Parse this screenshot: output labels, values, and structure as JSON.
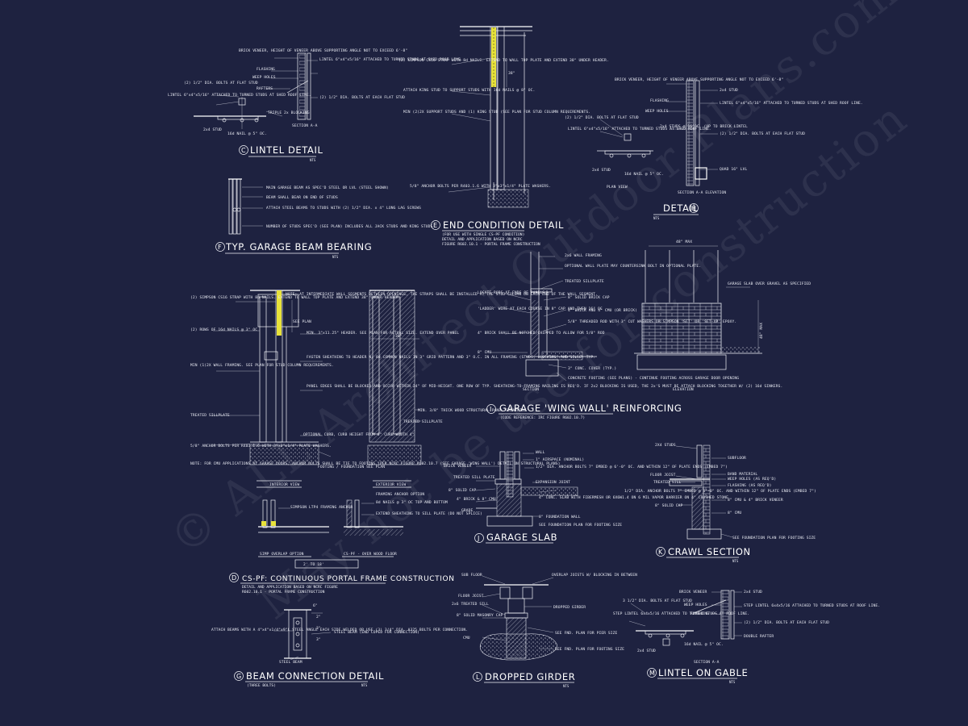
{
  "watermark": {
    "line1": "© ALL Architect Outdoor Plans.com",
    "line2": "May not be use for construction"
  },
  "details": {
    "C": {
      "letter": "C",
      "title": "LINTEL DETAIL",
      "note": "NTS",
      "labels": [
        "BRICK VENEER, HEIGHT OF VENEER ABOVE SUPPORTING ANGLE NOT TO EXCEED 6'-8\"",
        "FLASHING",
        "WEEP HOLES",
        "RAFTERS",
        "(2) 1/2\" DIA. BOLTS AT FLAT STUD",
        "LINTEL 6\"x4\"x5/16\" ATTACHED TO TURNED STUDS AT SHED ROOF LINE.",
        "TRIPLE 2x BLOCKING",
        "2x4 STUD",
        "LINTEL 6\"x4\"x5/16\" ATTACHED TO TURNED STUDS AT SHED ROOF LINE.",
        "(2) 1/2\" DIA. BOLTS AT EACH FLAT STUD",
        "16d NAIL @ 5\" OC.",
        "SECTION A-A"
      ]
    },
    "F": {
      "letter": "F",
      "title": "TYP. GARAGE BEAM BEARING",
      "note": "NTS",
      "labels": [
        "MAIN GARAGE BEAM AS SPEC'D STEEL OR LVL (STEEL SHOWN)",
        "BEAM SHALL BEAR ON END OF STUDS",
        "ATTACH STEEL BEAMS TO STUDS WITH (2) 1/2\" DIA. x 4\" LONG LAG SCREWS",
        "NUMBER OF STUDS SPEC'D (SEE PLAN) INCLUDES ALL JACK STUDS AND KING STUDS"
      ]
    },
    "E": {
      "letter": "E",
      "title": "END CONDITION DETAIL",
      "subs": [
        "(FOR USE WITH SINGLE CS-PF CONDITION)",
        "DETAIL AND APPLICATION BASED ON NCRC",
        "FIGURE R602.10.1 - PORTAL FRAME CONSTRUCTION"
      ],
      "labels": [
        "(2) SIMPSON CS16 STRAP WITH 8d NAILS. EXTEND TO WALL TOP PLATE AND EXTEND 38\" UNDER HEADER.",
        "ATTACH KING STUD TO SUPPORT STUDS WITH 16d NAILS @ 8\" OC.",
        "MIN (2)2X SUPPORT STUDS AND (1) KING STUD (SEE PLAN FOR STUD COLUMN REQUIREMENTS.",
        "5/8\" ANCHOR BOLTS PER R403.1.6 WITH 3\"x3\"x1/4\" PLATE WASHERS.",
        "38\""
      ]
    },
    "H": {
      "letter": "H",
      "title": "DETAIL",
      "note": "NTS",
      "labels": [
        "BRICK VENEER, HEIGHT OF VENEER ABOVE SUPPORTING ANGLE NOT TO EXCEED 6'-8\"",
        "FLASHING",
        "WEEP HOLES",
        "2x4 STUD",
        "LINTEL 6\"x4\"x5/16\" ATTACHED TO TURNED STUDS AT SHED ROOF LINE.",
        "2x4 STUDS @ 16\"OC. (UP TO BRICK LINTEL",
        "(2) 1/2\" DIA. BOLTS AT EACH FLAT STUD",
        "(2) 1/2\" DIA. BOLTS AT FLAT STUD",
        "LINTEL 6\"x4\"x5/16\" ATTACHED TO TURNED STUDS AT SHED ROOF LINE.",
        "2x4 STUD",
        "16d NAIL @ 5\" OC.",
        "QUAD 16\" LVL",
        "PLAN VIEW",
        "SECTION A-A ELEVATION"
      ]
    },
    "I": {
      "letter": "I",
      "title": "GARAGE 'WING WALL' REINFORCING",
      "subs": [
        "(CODE REFERENCE: IRC FIGURE R602.10.7)"
      ],
      "labels": [
        "2x6 WALL FRAMING",
        "OPTIONAL WALL PLATE MAY COUNTERSINK BOLT IN OPTIONAL PLATE.",
        "TREATED SILLPLATE",
        "LOCATE RODS AT ENDS OF PANELS",
        "8\" SOLID BRICK CAP",
        "'LADDER' WIRE AT EACH COURSE IN 8\" CAP AND THEN 16\" OC",
        "4\" BRICK AND 4\" CMU (OR BRICK)",
        "4\" BRICK SHALL BE NOTCHED/CHIPPED TO ALLOW FOR 5/8\" ROD",
        "5/8\" THREADED ROD WITH 3\" CUT WASHERS OR SIMPSON 'SET' OR 'SET-XP' EPOXY.",
        "8\" CMU",
        "3\" CONC. COVER (TYP.)",
        "CONCRETE FOOTING (SEE PLANS) - CONTINUE FOOTING ACROSS GARAGE DOOR OPENING",
        "SECTION",
        "ELEVATION",
        "48\" MAX",
        "GARAGE SLAB OVER GRAVEL AS SPECIFIED",
        "48\" MAX"
      ]
    },
    "D": {
      "letter": "D",
      "title": "CS-PF: CONTINUOUS PORTAL FRAME CONSTRUCTION",
      "subs": [
        "DETAIL AND APPLICATION BASED ON NCRC FIGURE",
        "R602.10.1 - PORTAL FRAME CONSTRUCTION"
      ],
      "labels": [
        "(2) SIMPSON CS16 STRAP WITH 8d NAILS. EXTEND TO WALL TOP PLATE AND EXTEND 38\" UNDER HEADER.",
        "(2) ROWS OF 16d NAILS @ 3\" OC",
        "MIN (1)2X WALL FRAMING. SEE PLAN FOR STUD COLUMN REQUIREMENTS.",
        "TREATED SILLPLATE",
        "5/8\" ANCHOR BOLTS PER R403.1.6 WITH 3\"x3\"x1/4\" PLATE WASHERS.",
        "NOTE: FOR CMU APPLICATIONS AT GARAGE DOORS, ANCHOR BOLTS SHALL BE TIE TO FOOTING (PER NCRC FIGURE R602.10.7 (SEE GARAGE 'WING WALL') DETAIL ON STRUCTURAL PLANS)",
        "NOTE: AT INTERMEDIATE WALL SEGMENTS BETWEEN OPENINGS, THE STRAPS SHALL BE INSTALLED AT THE STUD COLUMN ON EACH END OF THE WALL SEGMENT.",
        "MIN. 3\"x11.25\" HEADER. SEE PLAN FOR ACTUAL SIZE. EXTEND OVER PANEL",
        "FASTEN SHEATHING TO HEADER W/ 8d COMMON NAILS IN 3\" GRID PATTERN AND 3\" O.C. IN ALL FRAMING (STUDS, BLOCKING, AND SILLS) TYP.",
        "PANEL EDGES SHALL BE BLOCKED AND OCCUR WITHIN 24\" OF MID-HEIGHT. ONE ROW OF TYP. SHEATHING-TO-FRAMING NAILING IS REQ'D. IF 2x2 BLOCKING IS USED, THE 2x'S MUST BE ATTACH BLOCKING TOGETHER W/ (2) 16d SINKERS.",
        "OPTIONAL CURB, CURB HEIGHT FROM 0\" CURB WIDTH 4\"",
        "FOOTING / FOUNDATION SEE PLAN",
        "INTERIOR VIEW",
        "EXTERIOR VIEW",
        "MIN. 3/8\" THICK WOOD STRUCTURAL PANEL SHEATHING",
        "TREATED SILLPLATE",
        "SIMPSON LTP4 FRAMING ANCHOR",
        "8d NAILS @ 3\" OC TOP AND BOTTOM",
        "EXTEND SHEATHING TO SILL PLATE (DO NOT SPLICE)",
        "FRAMING ANCHOR OPTION",
        "SIMP OVERLAP OPTION",
        "CS-PF - OVER WOOD FLOOR",
        "2' TO 18'",
        "38\"",
        "SEE PLAN"
      ]
    },
    "J": {
      "letter": "J",
      "title": "GARAGE SLAB",
      "labels": [
        "WALL",
        "1\" AIRSPACE (NOMINAL)",
        "1/2\" DIA. ANCHOR BOLTS 7\" EMBED @ 6'-0\" OC. AND WITHIN 12\" OF PLATE ENDS (EMBED 7\")",
        "BRICK VENEER",
        "TREATED SILL PLATE",
        "EXPANSION JOINT",
        "8\" SOLID CAP",
        "4\" CONC. SLAB WITH FIBERMESH OR 6X6W1.4 ON 6 MIL VAPOR BARRIER ON 4\" CRUSHED STONE",
        "4\" BRICK & 8\" CMU",
        "GRADE",
        "8\" FOUNDATION WALL",
        "SEE FOUNDATION PLAN FOR FOOTING SIZE"
      ]
    },
    "K": {
      "letter": "K",
      "title": "CRAWL SECTION",
      "note": "NTS",
      "labels": [
        "2X4 STUDS",
        "SUBFLOOR",
        "FLOOR JOIST",
        "BAND MATERIAL",
        "WEEP HOLES (AS REQ'D)",
        "FLASHING (AS REQ'D)",
        "TREATED SILL",
        "1/2\" DIA. ANCHOR BOLTS 7\" EMBED @ 6'-0\" OC. AND WITHIN 12\" OF PLATE ENDS (EMBED 7\")",
        "8\" CMU & 4\" BRICK VENEER",
        "8\" SOLID CAP",
        "8\" CMU",
        "SEE FOUNDATION PLAN FOR FOOTING SIZE"
      ]
    },
    "L": {
      "letter": "L",
      "title": "DROPPED GIRDER",
      "note": "NTS",
      "labels": [
        "SUB FLOOR",
        "OVERLAP JOISTS W/ BLOCKING IN BETWEEN",
        "FLOOR JOIST",
        "2x6 TREATED SILL",
        "DROPPED GIRDER",
        "8\" SOLID MASONRY CAP",
        "SEE FND. PLAN FOR PIER SIZE",
        "CMU",
        "SEE FND. PLAN FOR FOOTING SIZE"
      ]
    },
    "G": {
      "letter": "G",
      "title": "BEAM CONNECTION DETAIL",
      "note": "NTS",
      "subs": [
        "(THREE BOLTS)"
      ],
      "labels": [
        "ATTACH BEAMS WITH A 4\"x4\"x1/4\"x9\"L STEEL ANGLE EACH SIDE WELDED OR USE (3) 3/4\" DIA. A325 BOLTS PER CONNECTION.",
        "STEEL BEAM (END COPED FOR CONNECTION)",
        "STEEL BEAM",
        "6\"",
        "2\"",
        "3\"",
        "3\""
      ]
    },
    "M": {
      "letter": "M",
      "title": "LINTEL ON GABLE",
      "note": "NTS",
      "labels": [
        "BRICK VENEER",
        "2x4 STUD",
        "3 1/2\" DIA. BOLTS AT FLAT STUD",
        "WEEP HOLES",
        "STEP LINTEL 6x4x5/16 ATTACHED TO TURNED STUDS AT ROOF LINE.",
        "FLASHING",
        "STEP LINTEL 6x4x5/16 ATTACHED TO TURNED STUDS AT ROOF LINE.",
        "(2) 1/2\" DIA. BOLTS AT EACH FLAT STUD",
        "DOUBLE RAFTER",
        "2x4 STUD",
        "16d NAIL @ 5\" OC.",
        "SECTION A-A"
      ]
    }
  }
}
